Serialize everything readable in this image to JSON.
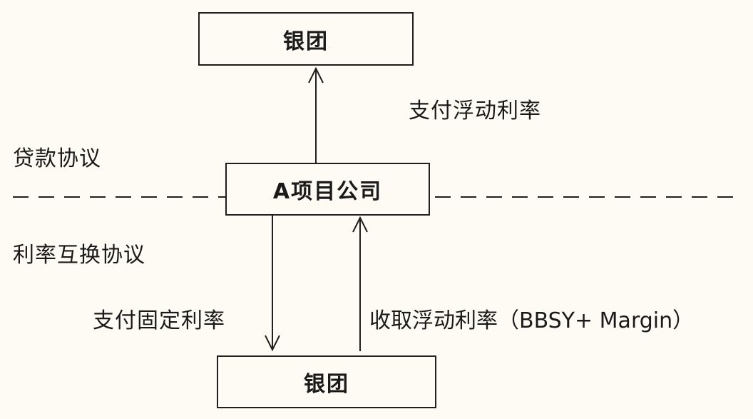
{
  "diagram": {
    "top_box": "银团",
    "center_box": "A项目公司",
    "bottom_box": "银团",
    "pay_floating": "支付浮动利率",
    "loan_agreement": "贷款协议",
    "swap_agreement": "利率互换协议",
    "pay_fixed": "支付固定利率",
    "receive_floating": "收取浮动利率（BBSY+ Margin）"
  },
  "colors": {
    "background": "#fdfbf3",
    "stroke": "#1f1f1f"
  }
}
